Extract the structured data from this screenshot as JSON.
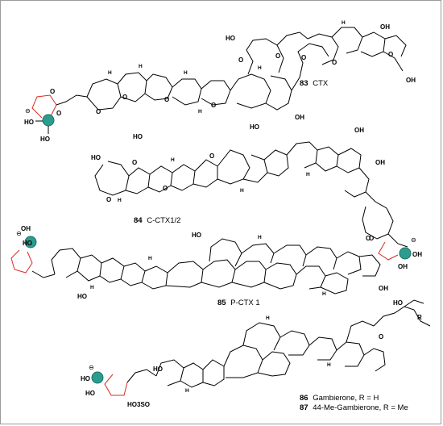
{
  "colors": {
    "bond": "#000000",
    "boronate_ring": "#d62d20",
    "boron_sphere": "#2a9d8f",
    "frame": "#9a9a9a"
  },
  "compounds": [
    {
      "num": "83",
      "name": "CTX"
    },
    {
      "num": "84",
      "name": "C-CTX1/2"
    },
    {
      "num": "85",
      "name": "P-CTX 1"
    },
    {
      "num": "86",
      "name": "Gambierone, R = H"
    },
    {
      "num": "87",
      "name": "44-Me-Gambierone, R = Me"
    }
  ],
  "atoms": {
    "O": "O",
    "H": "H",
    "OH": "OH",
    "HO": "HO",
    "R": "R",
    "SO3": "HO3SO",
    "minus": "⊖"
  }
}
